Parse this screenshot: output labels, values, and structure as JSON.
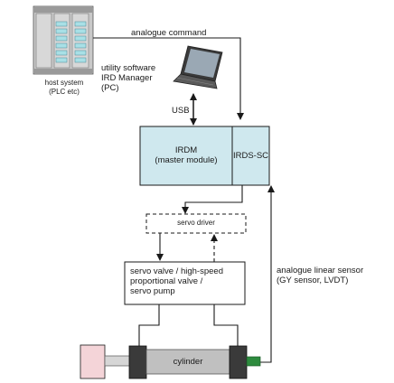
{
  "labels": {
    "analogue_command": "analogue command",
    "host_system_line1": "host system",
    "host_system_line2": "(PLC etc)",
    "utility_line1": "utility software",
    "utility_line2": "IRD Manager",
    "utility_line3": "(PC)",
    "usb": "USB",
    "irdm_line1": "IRDM",
    "irdm_line2": "(master module)",
    "irds_sc": "IRDS-SC",
    "servo_driver": "servo driver",
    "valve_line1": "servo valve / high-speed",
    "valve_line2": "proportional valve /",
    "valve_line3": "servo pump",
    "sensor_line1": "analogue linear sensor",
    "sensor_line2": "(GY sensor, LVDT)",
    "cylinder": "cylinder"
  },
  "colors": {
    "module_fill": "#cfe8ee",
    "plc_fill": "#c9c9c9",
    "plc_slot_fill": "#a8e0e6",
    "load_fill": "#f4d4d8",
    "cylinder_body": "#c0c0c0",
    "cylinder_cap": "#3a3a3a",
    "sensor_green": "#2e8b3e",
    "line": "#1a1a1a"
  }
}
